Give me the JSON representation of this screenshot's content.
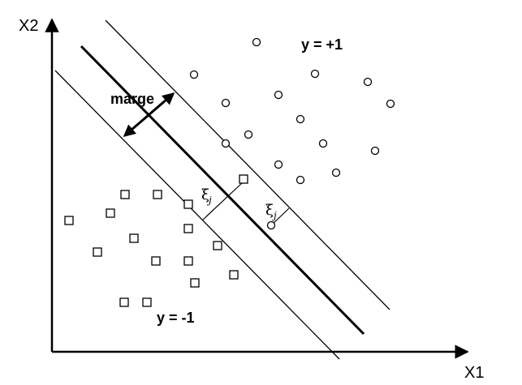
{
  "axes": {
    "x_label": "X1",
    "y_label": "X2"
  },
  "classes": {
    "positive_label": "y = +1",
    "negative_label": "y = -1"
  },
  "margin": {
    "label": "marge"
  },
  "slack": {
    "symbol": "ξ",
    "subscript": "j"
  },
  "colors": {
    "ink": "#000000",
    "background": "#ffffff"
  }
}
